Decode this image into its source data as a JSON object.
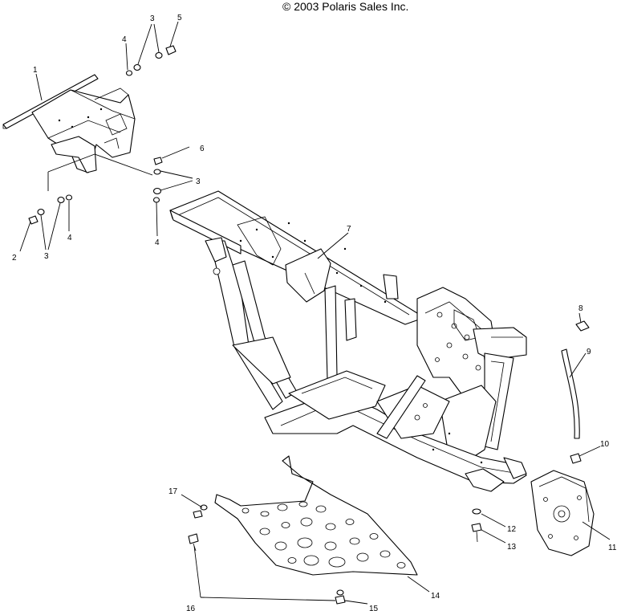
{
  "header": {
    "copyright": "© 2003 Polaris Sales Inc."
  },
  "callouts": {
    "c1": "1",
    "c2": "2",
    "c3a": "3",
    "c3b": "3",
    "c3c": "3",
    "c4a": "4",
    "c4b": "4",
    "c4c": "4",
    "c5": "5",
    "c6": "6",
    "c7": "7",
    "c8": "8",
    "c9": "9",
    "c10": "10",
    "c11": "11",
    "c12": "12",
    "c13": "13",
    "c14": "14",
    "c15": "15",
    "c16": "16",
    "c17": "17"
  }
}
